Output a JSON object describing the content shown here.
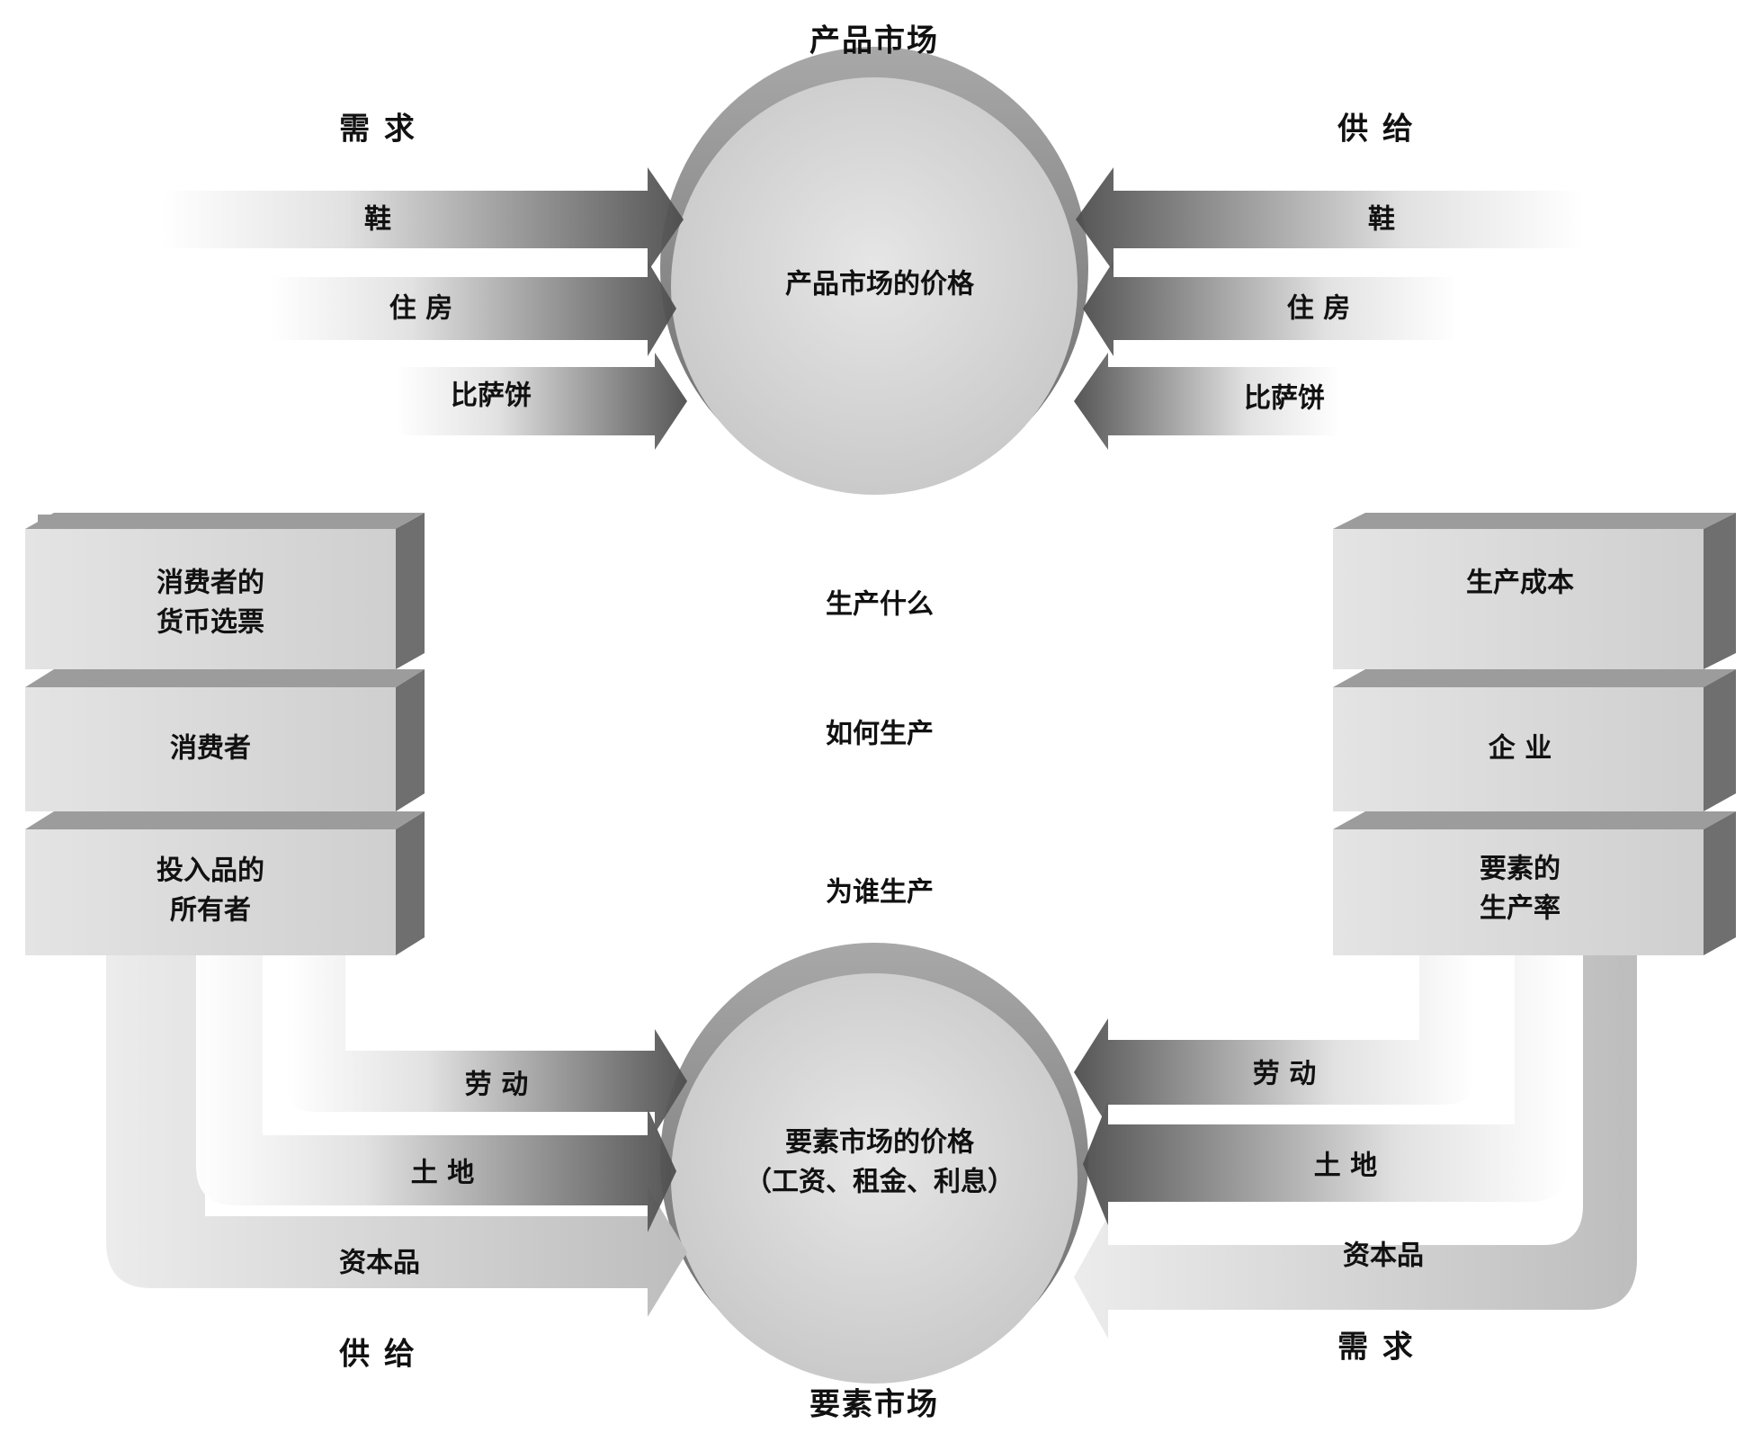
{
  "product_market": {
    "title": "产品市场",
    "circle_label": "产品市场的价格",
    "demand_label": "需  求",
    "supply_label": "供  给",
    "goods": [
      "鞋",
      "住  房",
      "比萨饼"
    ]
  },
  "factor_market": {
    "title": "要素市场",
    "circle_label_line1": "要素市场的价格",
    "circle_label_line2": "（工资、租金、利息）",
    "supply_label": "供  给",
    "demand_label": "需  求",
    "factors": [
      "劳  动",
      "土  地",
      "资本品"
    ]
  },
  "left_blocks": {
    "top_line1": "消费者的",
    "top_line2": "货币选票",
    "middle": "消费者",
    "bottom_line1": "投入品的",
    "bottom_line2": "所有者"
  },
  "right_blocks": {
    "top": "生产成本",
    "middle": "企  业",
    "bottom_line1": "要素的",
    "bottom_line2": "生产率"
  },
  "questions": [
    "生产什么",
    "如何生产",
    "为谁生产"
  ],
  "colors": {
    "arrow_light": "#e6e6e6",
    "arrow_dark": "#5a5a5a",
    "block_face": "#d8d8d8",
    "block_top": "#9c9c9c",
    "block_side": "#6f6f6f",
    "circle_fill": "#d9d9d9",
    "circle_rim": "#8a8a8a"
  }
}
